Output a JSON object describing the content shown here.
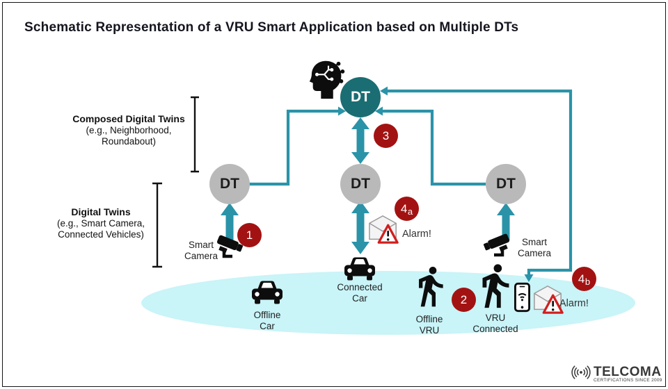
{
  "title": "Schematic Representation of a VRU Smart Application based on Multiple DTs",
  "colors": {
    "composed_dt_fill": "#1a6e73",
    "dt_fill": "#b9b9b9",
    "connector_teal": "#2a93a8",
    "step_badge_red": "#a31212",
    "coverage_ellipse": "#c9f4f8",
    "alarm_triangle_red": "#d21f1f",
    "text_dark": "#15151f"
  },
  "brackets": {
    "composed": {
      "line1": "Composed Digital Twins",
      "line2": "(e.g., Neighborhood,\nRoundabout)"
    },
    "digital": {
      "line1": "Digital Twins",
      "line2": "(e.g., Smart Camera,\nConnected Vehicles)"
    }
  },
  "nodes": {
    "top": "DT",
    "left": "DT",
    "middle": "DT",
    "right": "DT"
  },
  "badges": {
    "b1": "1",
    "b2": "2",
    "b3": "3",
    "b4a": {
      "num": "4",
      "sub": "a"
    },
    "b4b": {
      "num": "4",
      "sub": "b"
    }
  },
  "labels": {
    "smart_camera_left": "Smart\nCamera",
    "smart_camera_right": "Smart\nCamera",
    "offline_car": "Offline\nCar",
    "connected_car": "Connected\nCar",
    "offline_vru": "Offline\nVRU",
    "vru_connected": "VRU\nConnected",
    "alarm_4a": "Alarm!",
    "alarm_4b": "Alarm!"
  },
  "logo": {
    "brand": "TELCOMA",
    "tagline": "CERTIFICATIONS SINCE 2009"
  }
}
